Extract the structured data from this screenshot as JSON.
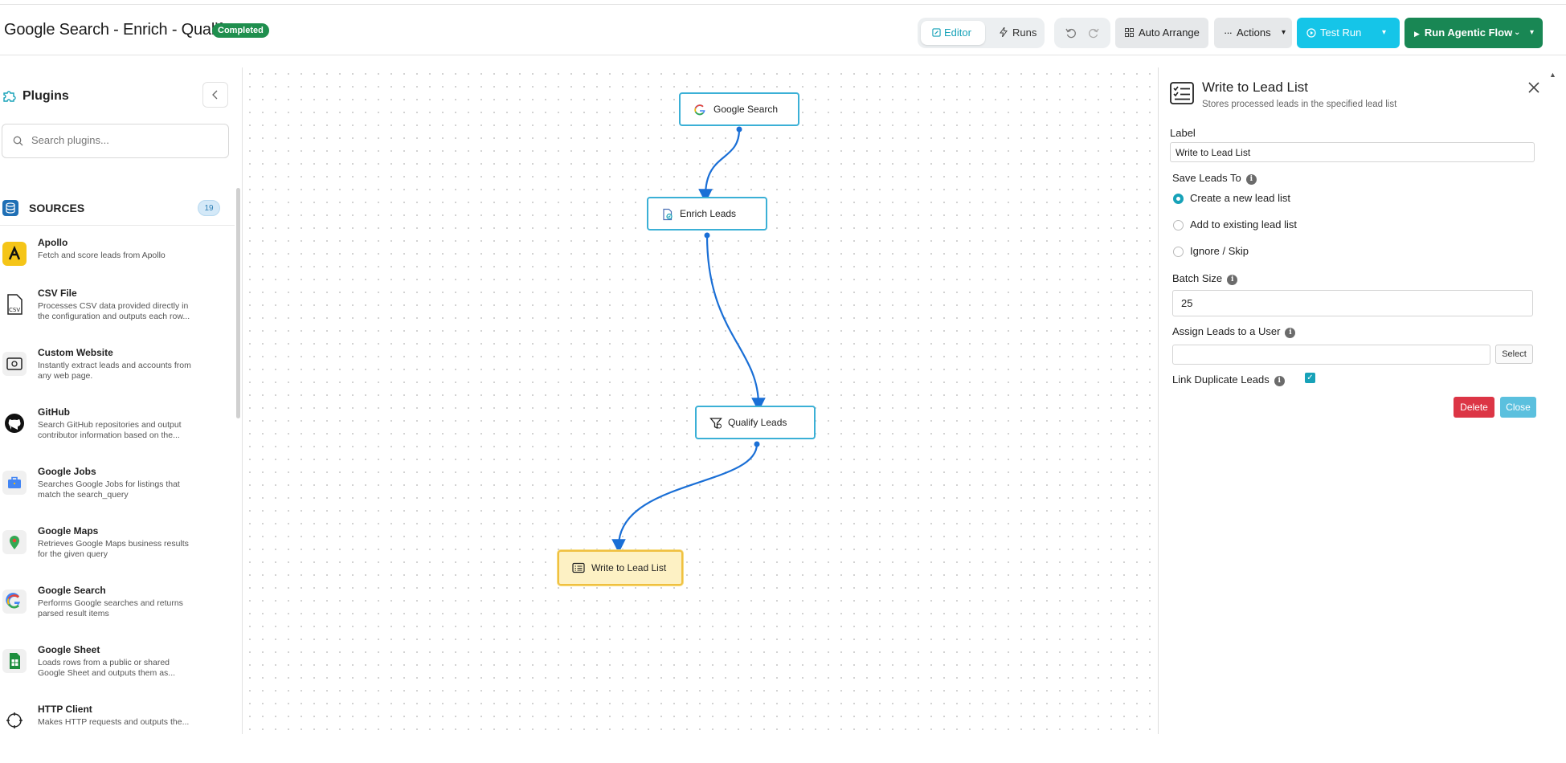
{
  "header": {
    "title": "Google Search - Enrich - Qualify",
    "status_badge": "Completed",
    "tabs": [
      {
        "label": "Editor"
      },
      {
        "label": "Runs"
      }
    ],
    "auto_arrange": "Auto Arrange",
    "actions": "Actions",
    "test_run": "Test Run",
    "run_flow": "Run Agentic Flow"
  },
  "sidebar": {
    "title": "Plugins",
    "search_placeholder": "Search plugins...",
    "sources_label": "SOURCES",
    "sources_count": "19",
    "plugins": [
      {
        "name": "Apollo",
        "desc": "Fetch and score leads from Apollo",
        "icon": "apollo-icon"
      },
      {
        "name": "CSV File",
        "desc": "Processes CSV data provided directly in the configuration and outputs each row...",
        "icon": "csv-file-icon"
      },
      {
        "name": "Custom Website",
        "desc": "Instantly extract leads and accounts from any web page.",
        "icon": "website-icon"
      },
      {
        "name": "GitHub",
        "desc": "Search GitHub repositories and output contributor information based on the...",
        "icon": "github-icon"
      },
      {
        "name": "Google Jobs",
        "desc": "Searches Google Jobs for listings that match the search_query",
        "icon": "briefcase-icon"
      },
      {
        "name": "Google Maps",
        "desc": "Retrieves Google Maps business results for the given query",
        "icon": "map-pin-icon"
      },
      {
        "name": "Google Search",
        "desc": "Performs Google searches and returns parsed result items",
        "icon": "google-icon"
      },
      {
        "name": "Google Sheet",
        "desc": "Loads rows from a public or shared Google Sheet and outputs them as...",
        "icon": "sheet-icon"
      },
      {
        "name": "HTTP Client",
        "desc": "Makes HTTP requests and outputs the...",
        "icon": "http-icon"
      }
    ]
  },
  "canvas": {
    "nodes": [
      {
        "label": "Google Search",
        "icon": "google-icon"
      },
      {
        "label": "Enrich Leads",
        "icon": "enrich-icon"
      },
      {
        "label": "Qualify Leads",
        "icon": "filter-icon"
      },
      {
        "label": "Write to Lead List",
        "icon": "list-icon",
        "selected": true
      }
    ]
  },
  "panel": {
    "title": "Write to Lead List",
    "subtitle": "Stores processed leads in the specified lead list",
    "label_field": {
      "label": "Label",
      "value": "Write to Lead List"
    },
    "save_leads_to": {
      "label": "Save Leads To",
      "options": [
        "Create a new lead list",
        "Add to existing lead list",
        "Ignore / Skip"
      ],
      "selected": "Create a new lead list"
    },
    "batch_size": {
      "label": "Batch Size",
      "value": "25"
    },
    "assign_user": {
      "label": "Assign Leads to a User",
      "value": "",
      "select_label": "Select"
    },
    "link_duplicate": {
      "label": "Link Duplicate Leads",
      "checked": true
    },
    "delete_label": "Delete",
    "close_label": "Close"
  },
  "colors": {
    "accent": "#17a2b8",
    "test_run": "#15c5e8",
    "run_flow": "#198754",
    "delete": "#dc3545",
    "edge": "#1a6fd6",
    "node_border": "#3bb0d6",
    "selected_node": "#fdf1c4"
  }
}
